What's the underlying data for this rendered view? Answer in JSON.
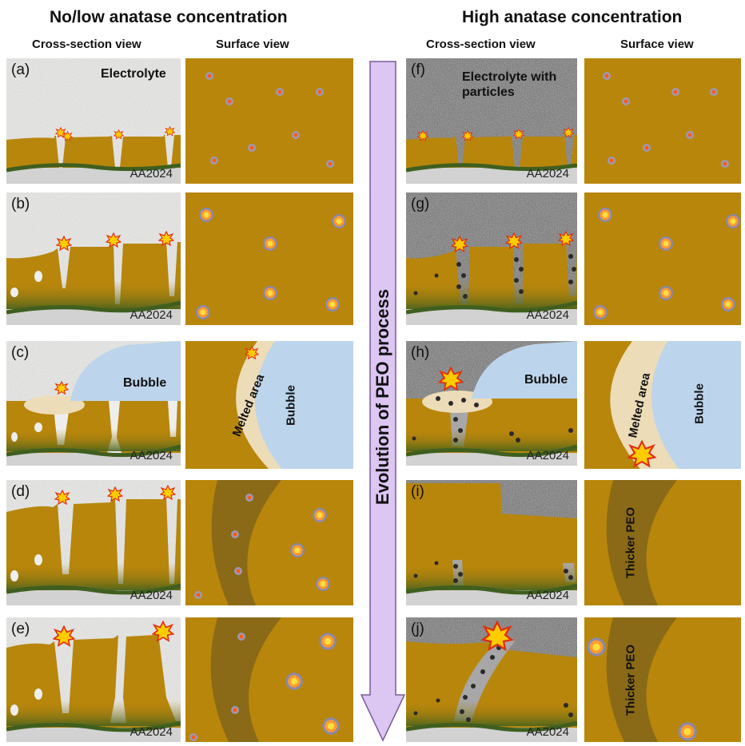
{
  "headers": {
    "left": "No/low anatase concentration",
    "right": "High anatase concentration"
  },
  "subheaders": {
    "left_cross": "Cross-section view",
    "left_surface": "Surface view",
    "right_cross": "Cross-section view",
    "right_surface": "Surface view"
  },
  "arrow_label": "Evolution of PEO process",
  "panels": {
    "a": {
      "letter": "(a)",
      "label": "Electrolyte",
      "alloy": "AA2024"
    },
    "b": {
      "letter": "(b)",
      "alloy": "AA2024"
    },
    "c": {
      "letter": "(c)",
      "bubble": "Bubble",
      "alloy": "AA2024"
    },
    "d": {
      "letter": "(d)",
      "alloy": "AA2024"
    },
    "e": {
      "letter": "(e)",
      "alloy": "AA2024"
    },
    "f": {
      "letter": "(f)",
      "label": "Electrolyte with particles",
      "alloy": "AA2024"
    },
    "g": {
      "letter": "(g)",
      "alloy": "AA2024"
    },
    "h": {
      "letter": "(h)",
      "bubble": "Bubble",
      "alloy": "AA2024"
    },
    "i": {
      "letter": "(i)",
      "alloy": "AA2024"
    },
    "j": {
      "letter": "(j)",
      "alloy": "AA2024"
    }
  },
  "surface": {
    "c": {
      "melted": "Melted area",
      "bubble": "Bubble"
    },
    "h": {
      "melted": "Melted area",
      "bubble": "Bubble"
    },
    "i": {
      "thicker": "Thicker PEO"
    },
    "j": {
      "thicker": "Thicker PEO"
    }
  },
  "colors": {
    "oxide": "#b8860b",
    "oxide_dark": "#8a6a17",
    "electrolyte": "#e6e6e4",
    "electrolyte_particles": "#9c9c9c",
    "alloy": "#d2d2d2",
    "interface": "#3f5f1f",
    "bubble": "#bcd5ec",
    "melted": "#ecdcb8",
    "arrow": "#dcc6f2"
  }
}
